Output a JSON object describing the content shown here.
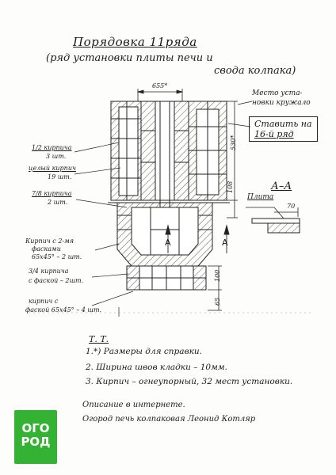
{
  "title": {
    "line1": "Порядовка 11ряда",
    "line2": "(ряд установки плиты печи и",
    "line3": "свода колпака)"
  },
  "dimensions": {
    "top_width": "655*",
    "right_height": "530*",
    "d108": "108",
    "d100": "100",
    "d65": "65",
    "d70": "70"
  },
  "labels": {
    "l1": "1/2 кирпича",
    "l1b": "3 шт.",
    "l2": "целый кирпич",
    "l2b": "19 шт.",
    "l3": "7/8 кирпича",
    "l3b": "2 шт.",
    "l4": "Кирпич с 2-мя",
    "l4b": "фасками",
    "l4c": "65х45° – 2 шт.",
    "l5": "3/4 кирпича",
    "l5b": "с фаской – 2шт.",
    "l6": "кирпич с",
    "l6b": "фаской 65х45° – 4 шт."
  },
  "place_note": {
    "line1": "Место уста-",
    "line2": "новки кружало"
  },
  "stamp": {
    "line1": "Ставить на",
    "line2": "16-й ряд"
  },
  "section": {
    "marker": "А",
    "title": "А–А",
    "plate_label": "Плита"
  },
  "notes": {
    "heading": "Т. Т.",
    "items": [
      "1.*) Размеры для справки.",
      "2. Ширина швов кладки – 10мм.",
      "3. Кирпич – огнеупорный, 32 мест установки."
    ]
  },
  "source": {
    "heading": "Описание в интернете.",
    "text": "Огород печь колпаковая Леонид Котляр"
  },
  "logo": {
    "line1": "ОГО",
    "line2": "РОД"
  },
  "colors": {
    "ink": "#1a1a1a",
    "logo_green": "#34b233"
  }
}
